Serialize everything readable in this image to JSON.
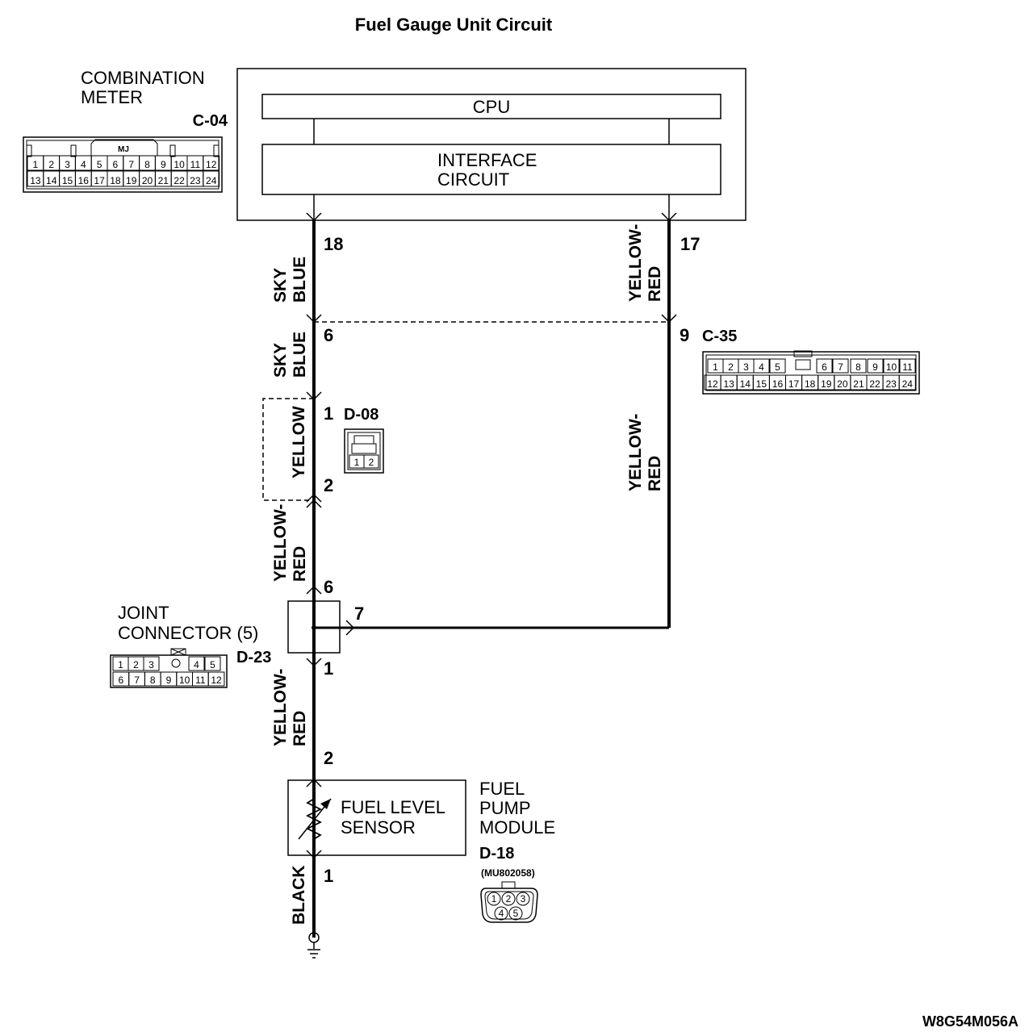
{
  "title": "Fuel Gauge Unit Circuit",
  "figure_code": "W8G54M056A",
  "combination_meter": {
    "label_line1": "COMBINATION",
    "label_line2": "METER",
    "connector_id": "C-04",
    "connector_tag": "MJ",
    "connector_top_row": [
      "1",
      "2",
      "3",
      "4",
      "5",
      "6",
      "7",
      "8",
      "9",
      "10",
      "11",
      "12"
    ],
    "connector_bottom_row": [
      "13",
      "14",
      "15",
      "16",
      "17",
      "18",
      "19",
      "20",
      "21",
      "22",
      "23",
      "24"
    ],
    "cpu_label": "CPU",
    "interface_line1": "INTERFACE",
    "interface_line2": "CIRCUIT"
  },
  "pins": {
    "meter_left": "18",
    "meter_right": "17",
    "c35_left": "6",
    "c35_right": "9",
    "d08_top": "1",
    "d08_bottom": "2",
    "joint_top": "6",
    "joint_right": "7",
    "joint_bottom": "1",
    "sensor_top": "2",
    "sensor_bottom": "1"
  },
  "wires": {
    "w1_a": "SKY",
    "w1_b": "BLUE",
    "w2_a": "YELLOW-",
    "w2_b": "RED",
    "w3_a": "SKY",
    "w3_b": "BLUE",
    "w4": "YELLOW",
    "w5_a": "YELLOW-",
    "w5_b": "RED",
    "w6_a": "YELLOW-",
    "w6_b": "RED",
    "w7_a": "YELLOW-",
    "w7_b": "RED",
    "w8": "BLACK"
  },
  "c35": {
    "id": "C-35",
    "top_row": [
      "1",
      "2",
      "3",
      "4",
      "5",
      "6",
      "7",
      "8",
      "9",
      "10",
      "11"
    ],
    "bottom_row": [
      "12",
      "13",
      "14",
      "15",
      "16",
      "17",
      "18",
      "19",
      "20",
      "21",
      "22",
      "23",
      "24"
    ]
  },
  "d08": {
    "id": "D-08",
    "pins": [
      "1",
      "2"
    ]
  },
  "joint": {
    "label_line1": "JOINT",
    "label_line2": "CONNECTOR (5)",
    "id": "D-23",
    "top_row": [
      "1",
      "2",
      "3",
      "4",
      "5"
    ],
    "bottom_row": [
      "6",
      "7",
      "8",
      "9",
      "10",
      "11",
      "12"
    ]
  },
  "fuel_pump": {
    "sensor_line1": "FUEL LEVEL",
    "sensor_line2": "SENSOR",
    "module_line1": "FUEL",
    "module_line2": "PUMP",
    "module_line3": "MODULE",
    "id": "D-18",
    "part_no": "(MU802058)",
    "pins": [
      "1",
      "2",
      "3",
      "4",
      "5"
    ]
  }
}
